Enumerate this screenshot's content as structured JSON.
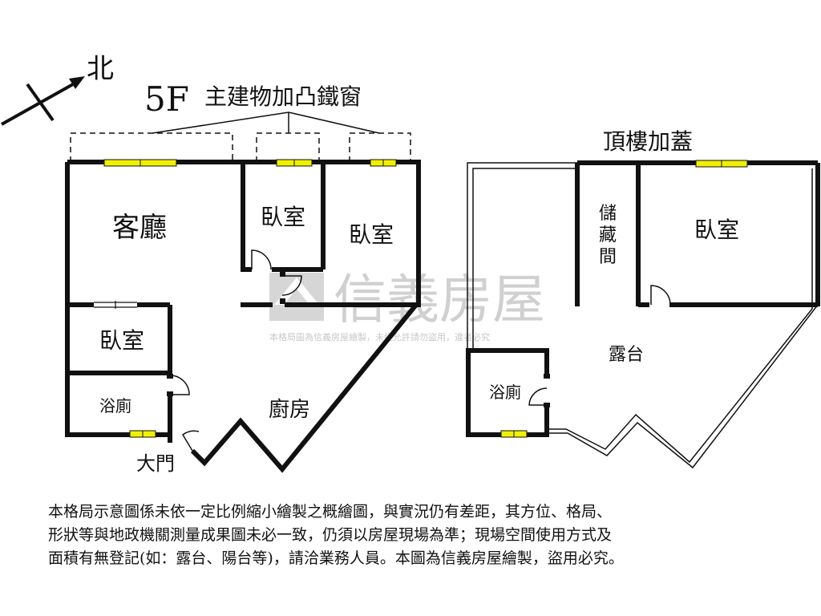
{
  "north_label": "北",
  "floor_5f": {
    "floor_label": "5F",
    "bay_window_label": "主建物加凸鐵窗",
    "rooms": {
      "living": "客廳",
      "bedroom_a": "臥室",
      "bedroom_b": "臥室",
      "bedroom_c": "臥室",
      "bathroom": "浴廁",
      "kitchen": "廚房",
      "entrance": "大門"
    }
  },
  "rooftop": {
    "title": "頂樓加蓋",
    "rooms": {
      "storage_chars": [
        "儲",
        "藏",
        "間"
      ],
      "bedroom": "臥室",
      "terrace": "露台",
      "bathroom": "浴廁"
    }
  },
  "watermark": {
    "brand": "信義房屋",
    "notice": "本格局圖為信義房屋繪製，未經允許請勿盜用，違者必究"
  },
  "disclaimer_lines": [
    "本格局示意圖係未依一定比例縮小繪製之概繪圖，與實況仍有差距，其方位、格局、",
    "形狀等與地政機關測量成果圖未必一致，仍須以房屋現場為準；現場空間使用方式及",
    "面積有無登記(如：露台、陽台等)，請洽業務人員。本圖為信義房屋繪製，盜用必究。"
  ],
  "colors": {
    "wall": "#111111",
    "window": "#f0f000",
    "watermark": "#d0d0d0"
  }
}
